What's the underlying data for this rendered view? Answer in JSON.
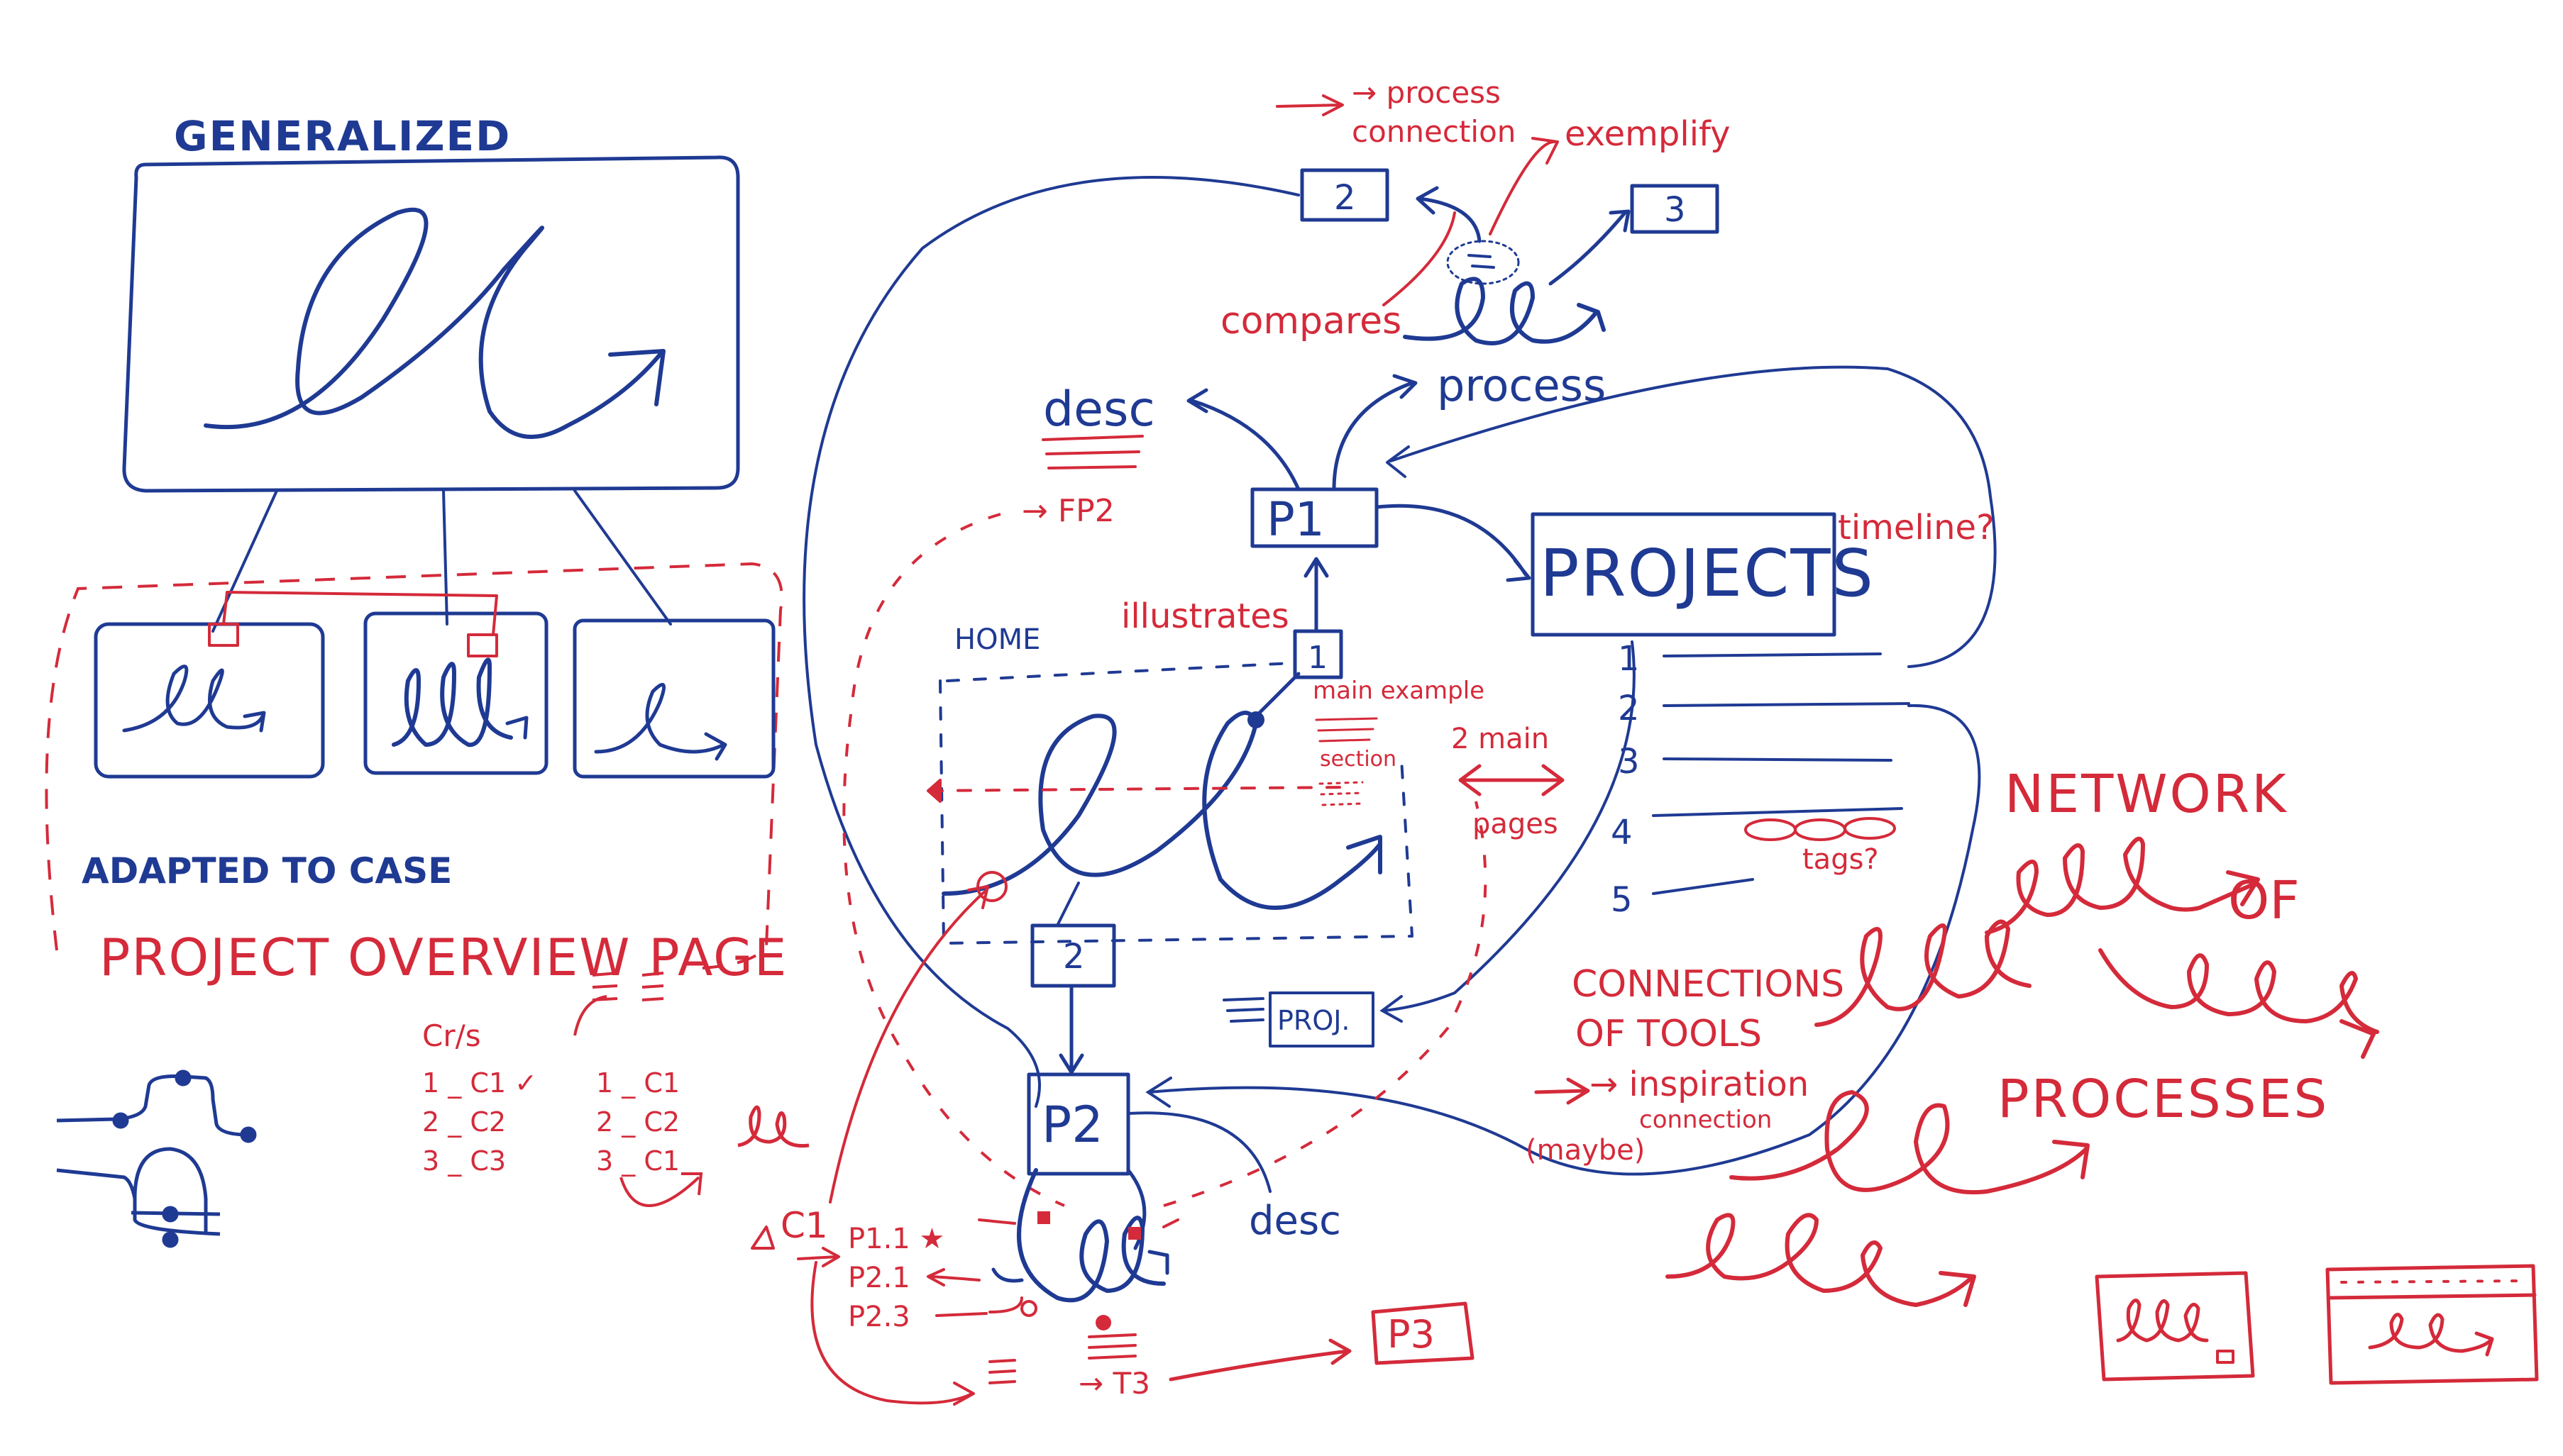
{
  "colors": {
    "blue": "#1f3a93",
    "red": "#d42a3a",
    "background": "#ffffff"
  },
  "left": {
    "generalized": "GENERALIZED",
    "adapted": "ADAPTED TO CASE",
    "overview": "PROJECT OVERVIEW PAGE"
  },
  "table": {
    "hdr1": "Cr/s",
    "col1": [
      "1 _ C1 ✓",
      "2 _ C2",
      "3 _ C3"
    ],
    "col2": [
      "1 _ C1",
      "2 _ C2",
      "3 _ C1"
    ]
  },
  "top": {
    "process_connection_1": "→ process",
    "process_connection_2": "connection",
    "exemplify": "exemplify",
    "compares": "compares",
    "process": "process",
    "box2": "2",
    "box3": "3"
  },
  "center": {
    "desc": "desc",
    "fp2": "→ FP2",
    "p1": "P1",
    "projects": "PROJECTS",
    "timeline": "timeline?",
    "illustrates": "illustrates",
    "home": "HOME",
    "box1": "1",
    "main_example": "main example",
    "section": "section",
    "two_main": "2 main",
    "pages": "pages",
    "box2b": "2",
    "proj": "PROJ.",
    "p2": "P2",
    "desc2": "desc",
    "c1": "C1",
    "p1_1": "P1.1 ★",
    "p2_1": "P2.1",
    "p2_3": "P2.3",
    "t3": "→ T3",
    "p3": "P3"
  },
  "projects_list": {
    "numbers": [
      "1",
      "2",
      "3",
      "4",
      "5"
    ],
    "tags": "tags?"
  },
  "right": {
    "network": "NETWORK",
    "of": "OF",
    "processes": "PROCESSES",
    "connections": "CONNECTIONS",
    "of_tools": "OF TOOLS",
    "inspiration": "→ inspiration",
    "connection": "connection",
    "maybe": "(maybe)"
  }
}
